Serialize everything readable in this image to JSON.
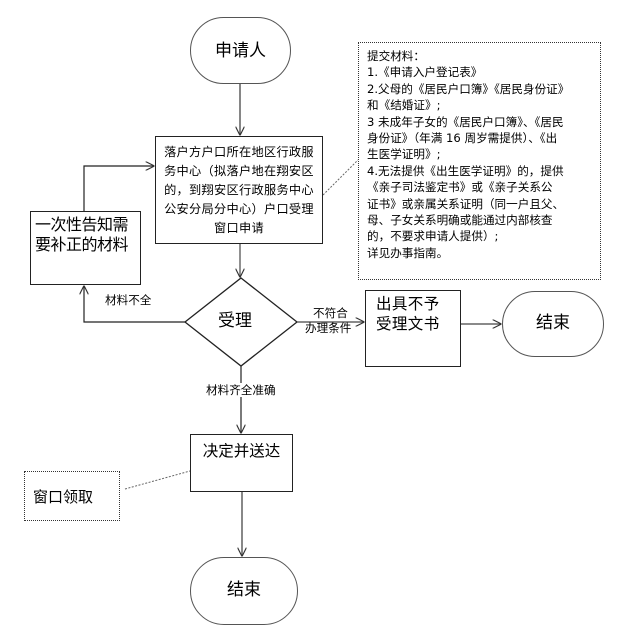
{
  "diagram": {
    "start": {
      "label": "申请人"
    },
    "main_step": {
      "label": "落户方户口所在地区行政服务中心（拟落户地在翔安区的，到翔安区行政服务中心公安分局分中心）户口受理窗口申请",
      "lines": [
        "落户方户口所在地区行政服",
        "务中心（拟落户地在翔安区",
        "的，到翔安区行政服务中心",
        "公安分局分中心）户口受理",
        "窗口申请"
      ]
    },
    "materials_note": {
      "title": "提交材料：",
      "lines": [
        "1.《申请入户登记表》",
        "2.父母的《居民户口簿》《居民身份证》",
        "和《结婚证》;",
        "3 未成年子女的《居民户口簿》、《居民",
        "身份证》（年满 16 周岁需提供）、《出",
        "生医学证明》;",
        "4.无法提供《出生医学证明》的，提供",
        "《亲子司法鉴定书》或《亲子关系公",
        "证书》或亲属关系证明（同一户且父、",
        "母、子女关系明确或能通过内部核查",
        "的，不要求申请人提供）;",
        "详见办事指南。"
      ]
    },
    "supplement_step": {
      "label": "一次性告知需要补正的材料",
      "lines": [
        "一次性告知需",
        "要补正的材料"
      ]
    },
    "decision": {
      "label": "受理"
    },
    "edges": {
      "incomplete": "材料不全",
      "not_eligible_line1": "不符合",
      "not_eligible_line2": "办理条件",
      "complete": "材料齐全准确"
    },
    "reject_step": {
      "label": "出具不予受理文书",
      "lines": [
        "出具不予",
        "受理文书"
      ]
    },
    "end_right": {
      "label": "结束"
    },
    "decide_step": {
      "label": "决定并送达"
    },
    "pickup_note": {
      "label": "窗口领取"
    },
    "end_bottom": {
      "label": "结束"
    }
  }
}
